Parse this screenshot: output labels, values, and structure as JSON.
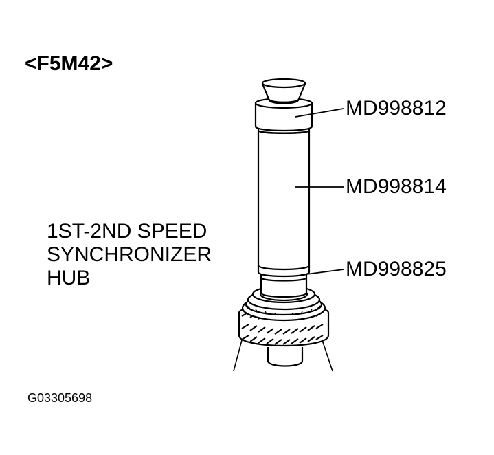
{
  "title": "<F5M42>",
  "parts": {
    "top": "MD998812",
    "middle": "MD998814",
    "bottom": "MD998825"
  },
  "hub_label": [
    "1ST-2ND SPEED",
    "SYNCHRONIZER",
    "HUB"
  ],
  "figure_code": "G03305698",
  "colors": {
    "ink": "#000000",
    "paper": "#ffffff"
  }
}
